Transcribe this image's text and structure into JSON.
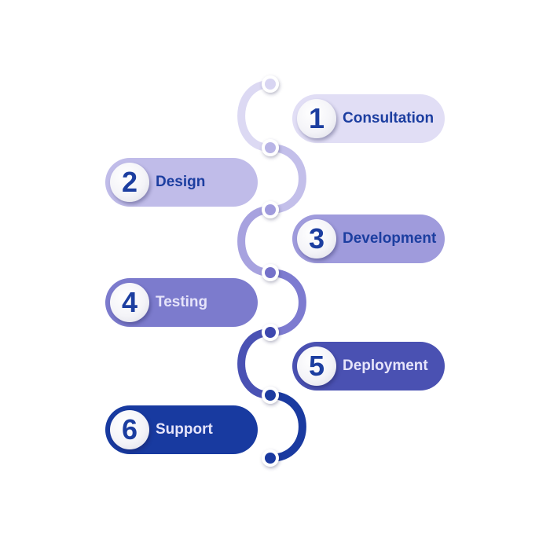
{
  "diagram": {
    "type": "process-timeline",
    "path_colors": [
      "#dcd9f3",
      "#c3bfea",
      "#a7a2df",
      "#7d7bd0",
      "#4a52b4",
      "#1a3aa0"
    ],
    "node_colors": [
      "#d8d5f2",
      "#b9b5e6",
      "#9f9adc",
      "#7471c9",
      "#3d47ae",
      "#1c3ba0",
      "#1a39a0"
    ],
    "steps": [
      {
        "number": "1",
        "label": "Consultation",
        "side": "right",
        "fill": "#e1def5",
        "text_color": "#1c3ea0"
      },
      {
        "number": "2",
        "label": "Design",
        "side": "left",
        "fill": "#c0bce9",
        "text_color": "#1c3ea0"
      },
      {
        "number": "3",
        "label": "Development",
        "side": "right",
        "fill": "#9f9bdc",
        "text_color": "#1c3ea0"
      },
      {
        "number": "4",
        "label": "Testing",
        "side": "left",
        "fill": "#7c7bcd",
        "text_color": "#e6e4fa"
      },
      {
        "number": "5",
        "label": "Deployment",
        "side": "right",
        "fill": "#4a51b2",
        "text_color": "#e6e4fa"
      },
      {
        "number": "6",
        "label": "Support",
        "side": "left",
        "fill": "#183aa0",
        "text_color": "#e6e4fa"
      }
    ]
  }
}
